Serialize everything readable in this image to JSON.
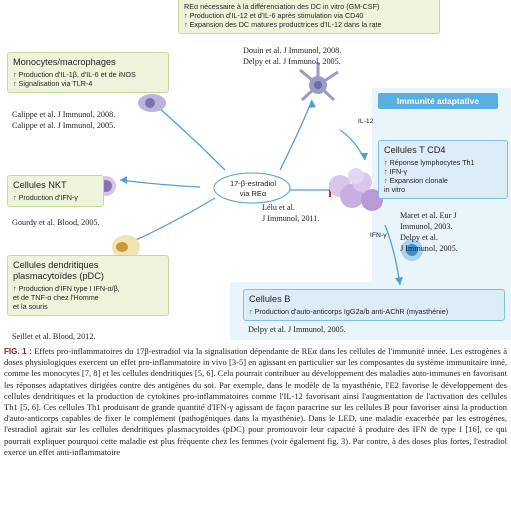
{
  "top_box": {
    "lines": [
      "REα nécessaire à la différenciation des DC in vitro (GM-CSF)",
      "↑ Production d'IL-12 et d'IL-6 après stimulation via CD40",
      "↑ Expansion des DC matures productrices d'IL-12 dans la rate"
    ]
  },
  "top_refs": [
    "Douin et al. J Immunol, 2008.",
    "Delpy et al. J Immunol, 2005."
  ],
  "mono": {
    "title": "Monocytes/macrophages",
    "lines": [
      "↑ Production d'IL-1β, d'IL-6 et de iNOS",
      "↑ Signalisation via TLR-4"
    ],
    "refs": [
      "Calippe et al. J Immunol, 2008.",
      "Calippe et al. J Immunol, 2005."
    ]
  },
  "adaptive_label": "Immunité adaptative",
  "il12_label": "IL-12",
  "ifng_label": "IFN-γ",
  "center": {
    "line1": "17-β-estradiol",
    "line2": "via REα"
  },
  "nkt": {
    "title": "Cellules NKT",
    "lines": [
      "↑ Production d'IFN-γ"
    ],
    "ref": "Gourdy et al. Blood, 2005."
  },
  "cd4": {
    "title": "Cellules T CD4",
    "lines": [
      "↑ Réponse lymphocytes Th1",
      "↑ IFN-γ",
      "↑ Expansion clonale",
      "   in vitro"
    ],
    "refs": [
      "Maret et al. Eur J",
      "Immunol, 2003.",
      "Delpy et al.",
      "J Immunol, 2005."
    ]
  },
  "lelu_ref": [
    "Lélu et al.",
    "J Immunol, 2011."
  ],
  "pdc": {
    "title": "Cellules dendritiques",
    "title2": "plasmacytoïdes (pDC)",
    "lines": [
      "↑ Production d'IFN type I IFN-α/β,",
      "   et de TNF-α chez l'Homme",
      "   et la souris"
    ],
    "ref": "Seillet et al. Blood, 2012."
  },
  "bcell": {
    "title": "Cellules B",
    "lines": [
      "↑ Production d'auto-anticorps IgG2a/b anti-AChR (myasthénie)"
    ],
    "ref": "Delpy et al. J Immunol, 2005."
  },
  "caption": {
    "fignum": "FIG. 1 :",
    "text": "Effets pro-inflammatoires du 17β-estradiol via la signalisation dépendante de REα dans les cellules de l'immunité innée. Les estrogènes à doses physiologiques exercent un effet pro-inflammatoire in vivo [3-5] en agissant en particulier sur les composantes du système immunitaire inné, comme les monocytes [7, 8] et les cellules dendritiques [5, 6]. Cela pourrait contribuer au développement des maladies auto-immunes en favorisant les réponses adaptatives dirigées contre des antigènes du soi. Par exemple, dans le modèle de la myasthénie, l'E2 favorise le développement des cellules dendritiques et la production de cytokines pro-inflammatoires comme l'IL-12 favorisant ainsi l'augmentation de l'activation des cellules Th1 [5, 6]. Ces cellules Th1 produisant de grande quantité d'IFN-γ agissant de façon paracrine sur les cellules B pour favoriser ainsi la production d'auto-anticorps capables de fixer le complément (pathogéniques dans la myasthénie). Dans le LED, une maladie exacerbée par les estrogènes, l'estradiol agirait sur les cellules dendritiques plasmacytoïdes (pDC) pour promouvoir leur capacité à produire des IFN de type I [16], ce qui pourrait expliquer pourquoi cette maladie est plus fréquente chez les femmes (voir également fig. 3). Par contre, à des doses plus fortes, l'estradiol exerce un effet anti-inflammatoire"
  },
  "colors": {
    "green_box": "#eef4dc",
    "blue_box": "#dcedf8",
    "accent_blue": "#5aaee0",
    "caption_label": "#8a1c2b"
  }
}
